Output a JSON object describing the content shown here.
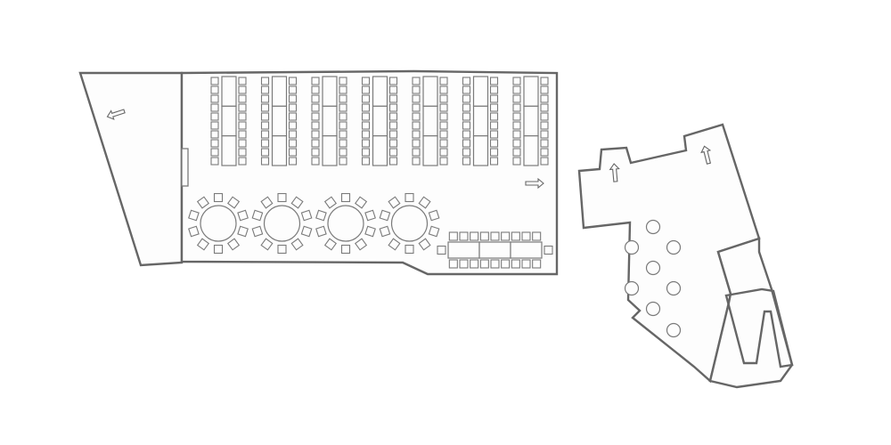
{
  "floorplan": {
    "background": "#ffffff",
    "wall_color": "#666666",
    "furniture_color": "#7a7a7a",
    "fill_color": "#fdfdfd",
    "rooms": [
      {
        "id": "west-foyer",
        "exit_arrow": "exit-arrow-left-icon"
      },
      {
        "id": "main-hall",
        "exit_arrow": "exit-arrow-right-icon"
      },
      {
        "id": "east-room",
        "exit_arrow": "exit-arrow-up-icon"
      }
    ],
    "main_hall": {
      "classroom_columns": 7,
      "chairs_per_side": 10,
      "tables_per_column": 3,
      "round_tables": 4,
      "chairs_per_round_table": 10,
      "banquet_table_segments": 3,
      "banquet_chairs_per_side": 9
    },
    "east_room": {
      "cocktail_tables": 8
    }
  }
}
